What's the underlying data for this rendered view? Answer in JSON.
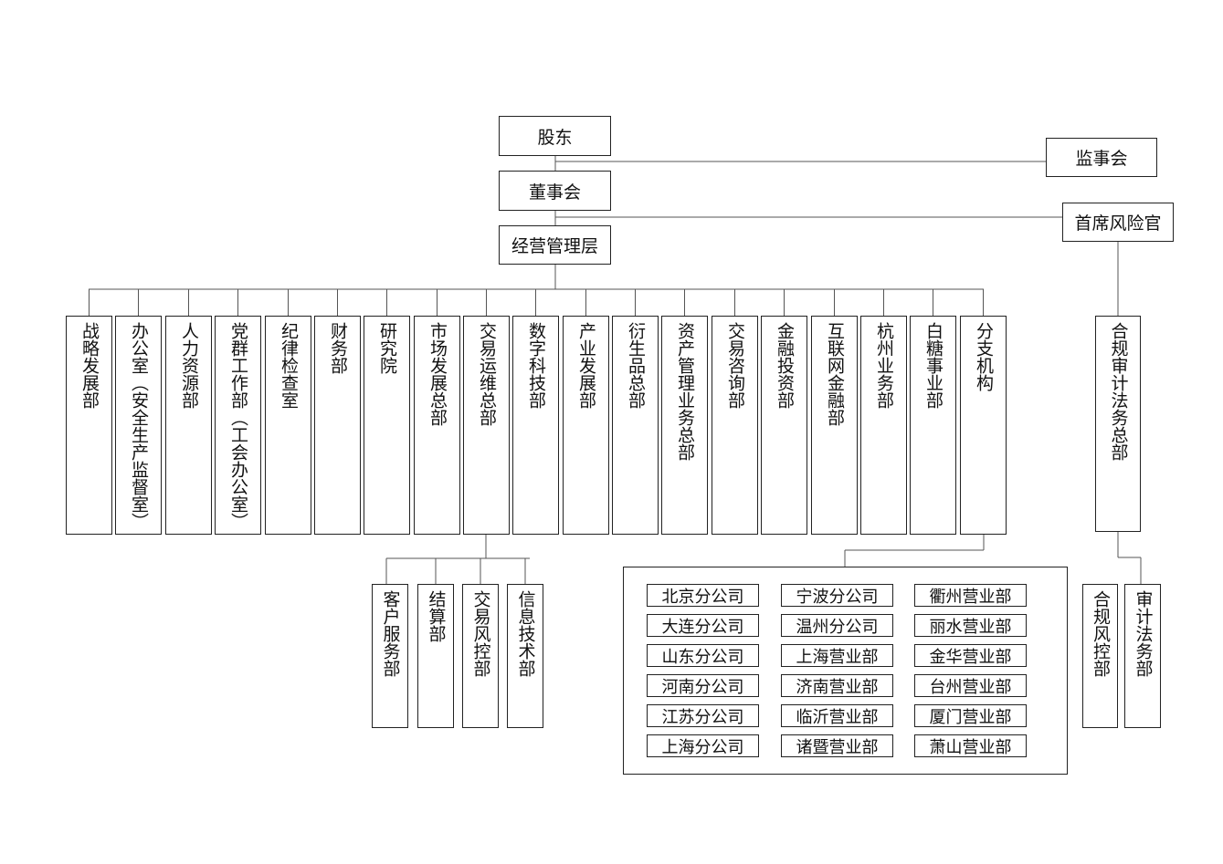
{
  "top": {
    "shareholders": "股东",
    "board": "董事会",
    "management": "经营管理层",
    "supervisors": "监事会",
    "cro": "首席风险官"
  },
  "departments": [
    "战略发展部",
    "办公室（安全生产监督室）",
    "人力资源部",
    "党群工作部（工会办公室）",
    "纪律检查室",
    "财务部",
    "研究院",
    "市场发展总部",
    "交易运维总部",
    "数字科技部",
    "产业发展部",
    "衍生品总部",
    "资产管理业务总部",
    "交易咨询部",
    "金融投资部",
    "互联网金融部",
    "杭州业务部",
    "白糖事业部",
    "分支机构"
  ],
  "ops_sub": [
    "客户服务部",
    "结算部",
    "交易风控部",
    "信息技术部"
  ],
  "branches": [
    [
      "北京分公司",
      "大连分公司",
      "山东分公司",
      "河南分公司",
      "江苏分公司",
      "上海分公司"
    ],
    [
      "宁波分公司",
      "温州分公司",
      "上海营业部",
      "济南营业部",
      "临沂营业部",
      "诸暨营业部"
    ],
    [
      "衢州营业部",
      "丽水营业部",
      "金华营业部",
      "台州营业部",
      "厦门营业部",
      "萧山营业部"
    ]
  ],
  "compliance": {
    "head": "合规审计法务总部",
    "sub": [
      "合规风控部",
      "审计法务部"
    ]
  }
}
